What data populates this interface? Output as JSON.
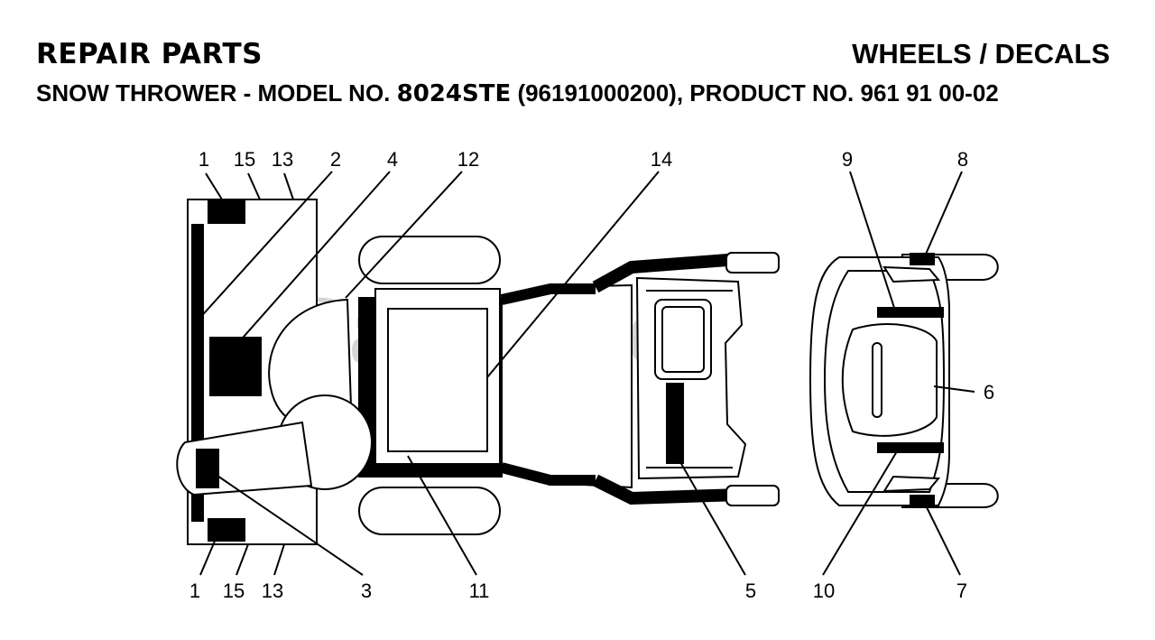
{
  "header": {
    "left_title": "REPAIR PARTS",
    "right_title": "WHEELS / DECALS",
    "subtitle_pre": "SNOW THROWER - MODEL NO. ",
    "subtitle_model": "8024STE",
    "subtitle_post": " (96191000200), PRODUCT NO. 961 91 00-02"
  },
  "watermark": "PartsTree",
  "callouts": {
    "c1_top": "1",
    "c15_top": "15",
    "c13_top": "13",
    "c2": "2",
    "c4": "4",
    "c12": "12",
    "c14": "14",
    "c9": "9",
    "c8": "8",
    "c6": "6",
    "c1_bot": "1",
    "c15_bot": "15",
    "c13_bot": "13",
    "c3": "3",
    "c11": "11",
    "c5": "5",
    "c10": "10",
    "c7": "7"
  }
}
